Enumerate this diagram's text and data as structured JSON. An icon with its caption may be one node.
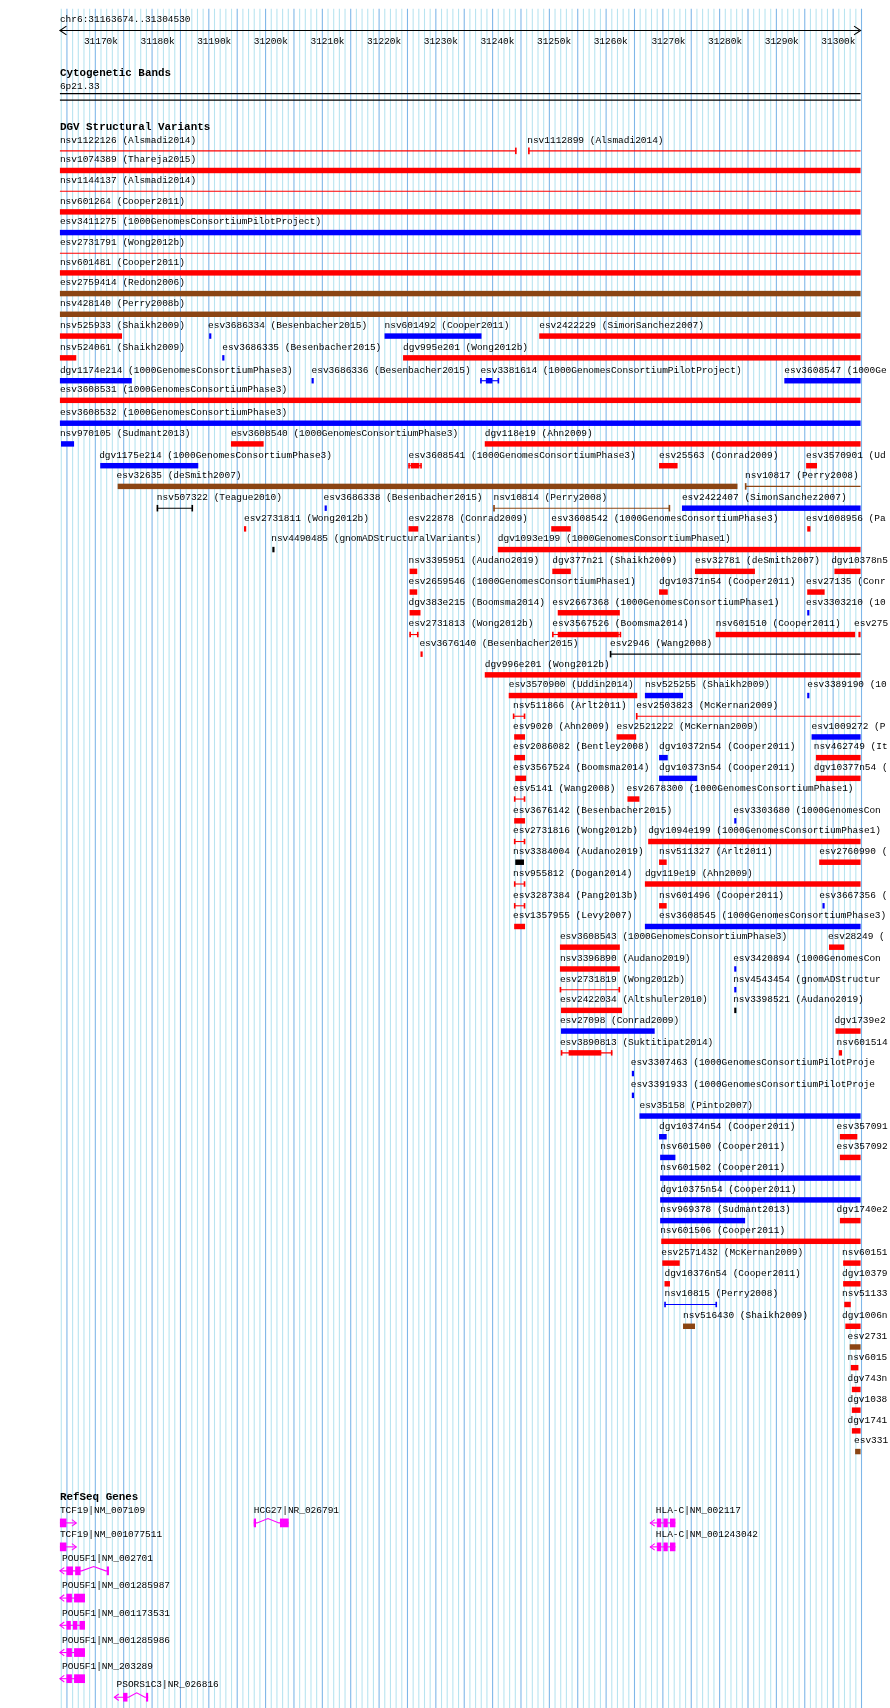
{
  "diagram": {
    "labels": [
      "chr6:31163674..31304530",
      "31170k",
      "31180k",
      "31190k",
      "31200k",
      "31210k",
      "31220k",
      "31230k",
      "31240k",
      "31250k",
      "31260k",
      "31270k",
      "31280k",
      "31290k",
      "31300k",
      "Cytogenetic Bands",
      "6p21.33",
      "DGV Structural Variants",
      "nsv1122126 (Alsmadi2014)",
      "nsv1112899 (Alsmadi2014)",
      "nsv1074389 (Thareja2015)",
      "nsv1144137 (Alsmadi2014)",
      "nsv601264 (Cooper2011)",
      "esv3411275 (1000GenomesConsortiumPilotProject)",
      "esv2731791 (Wong2012b)",
      "nsv601481 (Cooper2011)",
      "esv2759414 (Redon2006)",
      "nsv428140 (Perry2008b)",
      "nsv525933 (Shaikh2009)",
      "esv3686334 (Besenbacher2015)",
      "nsv601492 (Cooper2011)",
      "esv2422229 (SimonSanchez2007)",
      "nsv524061 (Shaikh2009)",
      "esv3686335 (Besenbacher2015)",
      "dgv995e201 (Wong2012b)",
      "dgv1174e214 (1000GenomesConsortiumPhase3)",
      "esv3686336 (Besenbacher2015)",
      "esv3381614 (1000GenomesConsortiumPilotProject)",
      "esv3608547 (1000Ge",
      "esv3608531 (1000GenomesConsortiumPhase3)",
      "esv3608532 (1000GenomesConsortiumPhase3)",
      "nsv970105 (Sudmant2013)",
      "esv3608540 (1000GenomesConsortiumPhase3)",
      "dgv118e19 (Ahn2009)",
      "dgv1175e214 (1000GenomesConsortiumPhase3)",
      "esv3608541 (1000GenomesConsortiumPhase3)",
      "esv25563 (Conrad2009)",
      "esv3570901 (Ud",
      "esv32635 (deSmith2007)",
      "nsv10817 (Perry2008)",
      "nsv507322 (Teague2010)",
      "esv3686338 (Besenbacher2015)",
      "nsv10814 (Perry2008)",
      "esv2422407 (SimonSanchez2007)",
      "esv2731811 (Wong2012b)",
      "esv22878 (Conrad2009)",
      "esv3608542 (1000GenomesConsortiumPhase3)",
      "esv1008956 (Pa",
      "nsv4490485 (gnomADStructuralVariants)",
      "dgv1093e199 (1000GenomesConsortiumPhase1)",
      "nsv3395951 (Audano2019)",
      "dgv377n21 (Shaikh2009)",
      "esv32781 (deSmith2007)",
      "dgv10378n5",
      "esv2659546 (1000GenomesConsortiumPhase1)",
      "dgv10371n54 (Cooper2011)",
      "esv27135 (Conr",
      "dgv383e215 (Boomsma2014)",
      "esv2667368 (1000GenomesConsortiumPhase1)",
      "esv3303210 (10",
      "esv2731813 (Wong2012b)",
      "esv3567526 (Boomsma2014)",
      "nsv601510 (Cooper2011)",
      "esv275",
      "esv3676140 (Besenbacher2015)",
      "esv2946 (Wang2008)",
      "dgv996e201 (Wong2012b)",
      "esv3570900 (Uddin2014)",
      "nsv525255 (Shaikh2009)",
      "esv3389190 (10",
      "nsv511866 (Arlt2011)",
      "esv2503823 (McKernan2009)",
      "esv9020 (Ahn2009)",
      "esv2521222 (McKernan2009)",
      "esv1009272 (P",
      "esv2086082 (Bentley2008)",
      "dgv10372n54 (Cooper2011)",
      "nsv462749 (It",
      "esv3567524 (Boomsma2014)",
      "dgv10373n54 (Cooper2011)",
      "dgv10377n54 (",
      "esv5141 (Wang2008)",
      "esv2678300 (1000GenomesConsortiumPhase1)",
      "esv3676142 (Besenbacher2015)",
      "esv3303680 (1000GenomesCon",
      "esv2731816 (Wong2012b)",
      "dgv1094e199 (1000GenomesConsortiumPhase1)",
      "nsv3384004 (Audano2019)",
      "nsv511327 (Arlt2011)",
      "esv2760990 (",
      "nsv955812 (Dogan2014)",
      "dgv119e19 (Ahn2009)",
      "esv3287384 (Pang2013b)",
      "nsv601496 (Cooper2011)",
      "esv3667356 (",
      "esv1357955 (Levy2007)",
      "esv3608545 (1000GenomesConsortiumPhase3)",
      "esv3608543 (1000GenomesConsortiumPhase3)",
      "esv28249 (",
      "nsv3396890 (Audano2019)",
      "esv3420894 (1000GenomesCon",
      "esv2731819 (Wong2012b)",
      "nsv4543454 (gnomADStructur",
      "esv2422034 (Altshuler2010)",
      "nsv3398521 (Audano2019)",
      "esv27098 (Conrad2009)",
      "dgv1739e2",
      "esv3890813 (Suktitipat2014)",
      "nsv601514",
      "esv3307463 (1000GenomesConsortiumPilotProje",
      "esv3391933 (1000GenomesConsortiumPilotProje",
      "esv35158 (Pinto2007)",
      "dgv10374n54 (Cooper2011)",
      "esv357091",
      "nsv601500 (Cooper2011)",
      "esv357092",
      "nsv601502 (Cooper2011)",
      "dgv10375n54 (Cooper2011)",
      "nsv969378 (Sudmant2013)",
      "dgv1740e2",
      "nsv601506 (Cooper2011)",
      "esv2571432 (McKernan2009)",
      "nsv60151",
      "dgv10376n54 (Cooper2011)",
      "dgv10379",
      "nsv10815 (Perry2008)",
      "nsv51133",
      "nsv516430 (Shaikh2009)",
      "dgv1006n",
      "esv2731",
      "nsv6015",
      "dgv743n",
      "dgv1038",
      "dgv1741",
      "esv331",
      "RefSeq Genes",
      "TCF19|NM_007109",
      "HCG27|NR_026791",
      "HLA-C|NM_002117",
      "TCF19|NM_001077511",
      "HLA-C|NM_001243042",
      "POU5F1|NM_002701",
      "POU5F1|NM_001285987",
      "POU5F1|NM_001173531",
      "POU5F1|NM_001285986",
      "POU5F1|NM_203289",
      "PSORS1C3|NR_026816"
    ]
  }
}
